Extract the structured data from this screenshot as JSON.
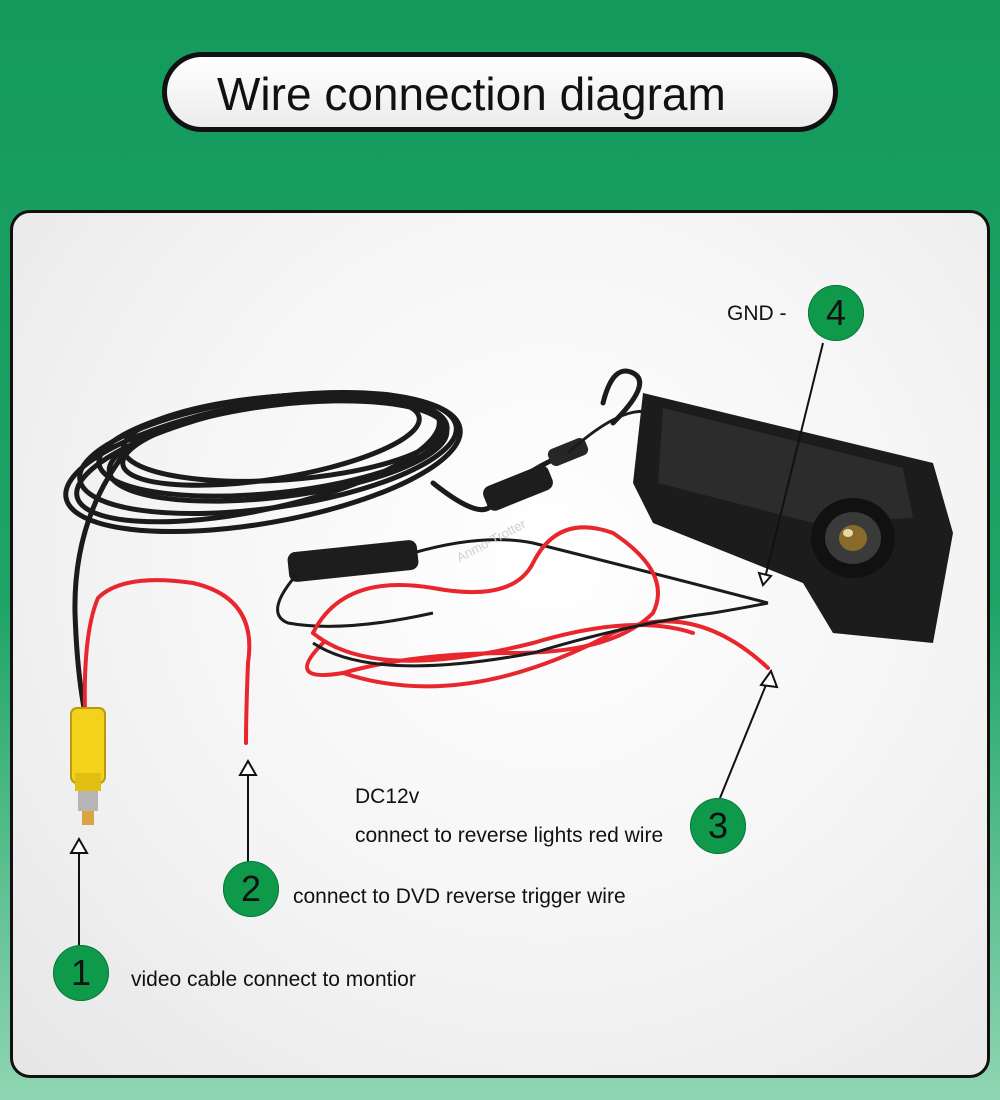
{
  "title": "Wire connection diagram",
  "watermark": "Anmo-Trotter",
  "callouts": [
    {
      "number": "1",
      "label": "video cable connect to montior"
    },
    {
      "number": "2",
      "label": "connect to DVD reverse trigger wire"
    },
    {
      "number": "3",
      "label_line1": "DC12v",
      "label_line2": "connect to  reverse lights red wire"
    },
    {
      "number": "4",
      "label": "GND -"
    }
  ],
  "colors": {
    "background_green": "#139a5c",
    "badge_green": "#0f9a4b",
    "wire_red": "#e8262d",
    "cable_black": "#1a1a1a",
    "rca_yellow": "#f2d21b"
  },
  "icons": [
    "rca-plug-icon",
    "backup-camera-icon",
    "arrow-up-icon"
  ]
}
